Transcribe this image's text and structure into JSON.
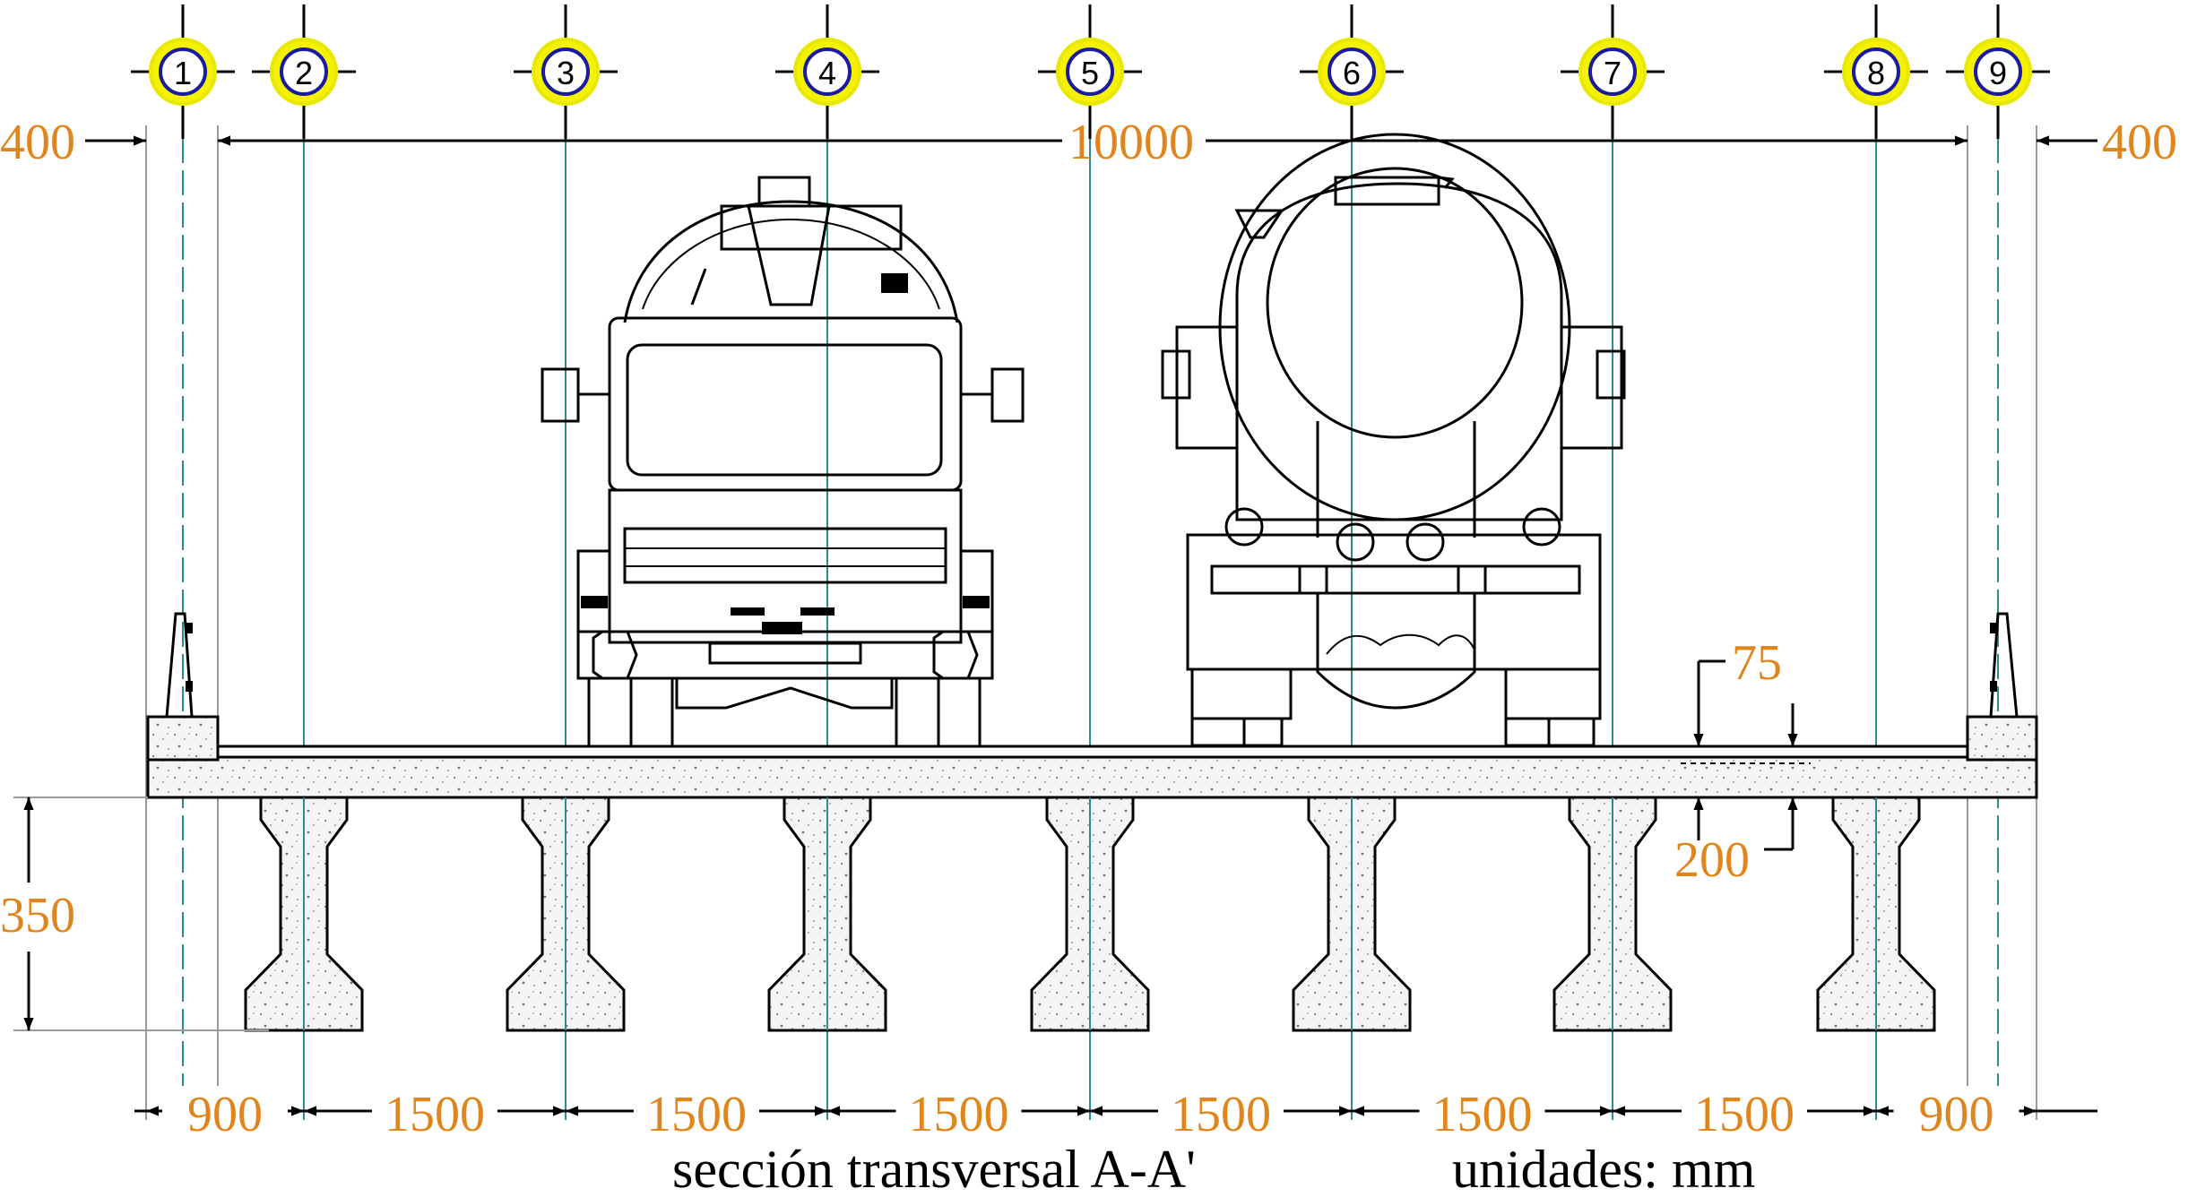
{
  "grid_labels": [
    "1",
    "2",
    "3",
    "4",
    "5",
    "6",
    "7",
    "8",
    "9"
  ],
  "dimensions": {
    "total_width": "10000",
    "overhang_left": "400",
    "overhang_right": "400",
    "beam_depth": "350",
    "asphalt_thickness": "75",
    "slab_thickness": "200",
    "bottom_spacings": [
      "900",
      "1500",
      "1500",
      "1500",
      "1500",
      "1500",
      "1500",
      "900"
    ]
  },
  "caption": "sección transversal A-A'",
  "units": "unidades: mm",
  "colors": {
    "dimension_text": "#e0851b",
    "axis_line": "#2b8c8c",
    "grid_bubble_ring": "#e8e800",
    "grid_bubble_border": "#1a1aa0"
  }
}
